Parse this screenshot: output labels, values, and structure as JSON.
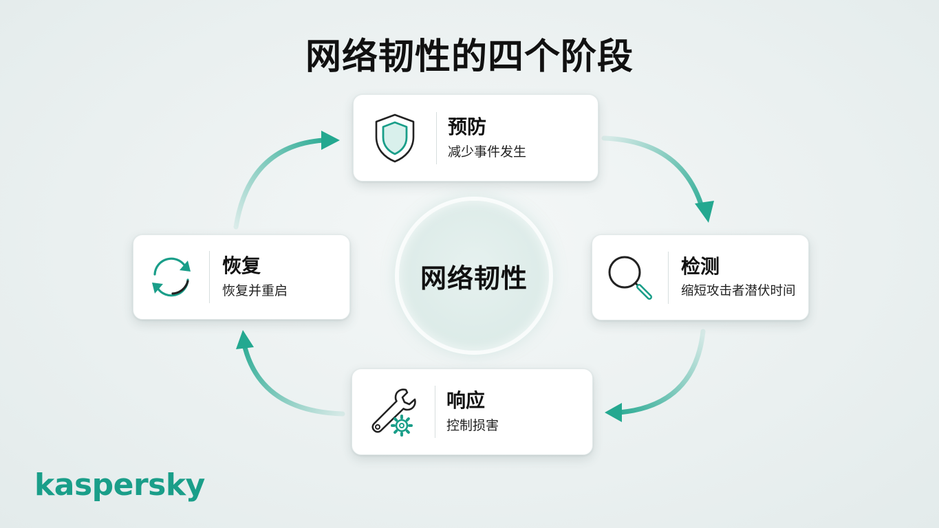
{
  "title": "网络韧性的四个阶段",
  "center_label": "网络韧性",
  "phases": [
    {
      "heading": "预防",
      "description": "减少事件发生",
      "icon": "shield-icon"
    },
    {
      "heading": "检测",
      "description": "缩短攻击者潜伏时间",
      "icon": "magnifier-icon"
    },
    {
      "heading": "响应",
      "description": "控制损害",
      "icon": "wrench-gear-icon"
    },
    {
      "heading": "恢复",
      "description": "恢复并重启",
      "icon": "refresh-icon"
    }
  ],
  "logo": "kaspersky",
  "colors": {
    "accent": "#1a9e89",
    "arrow": "#24a890",
    "text": "#111111"
  }
}
